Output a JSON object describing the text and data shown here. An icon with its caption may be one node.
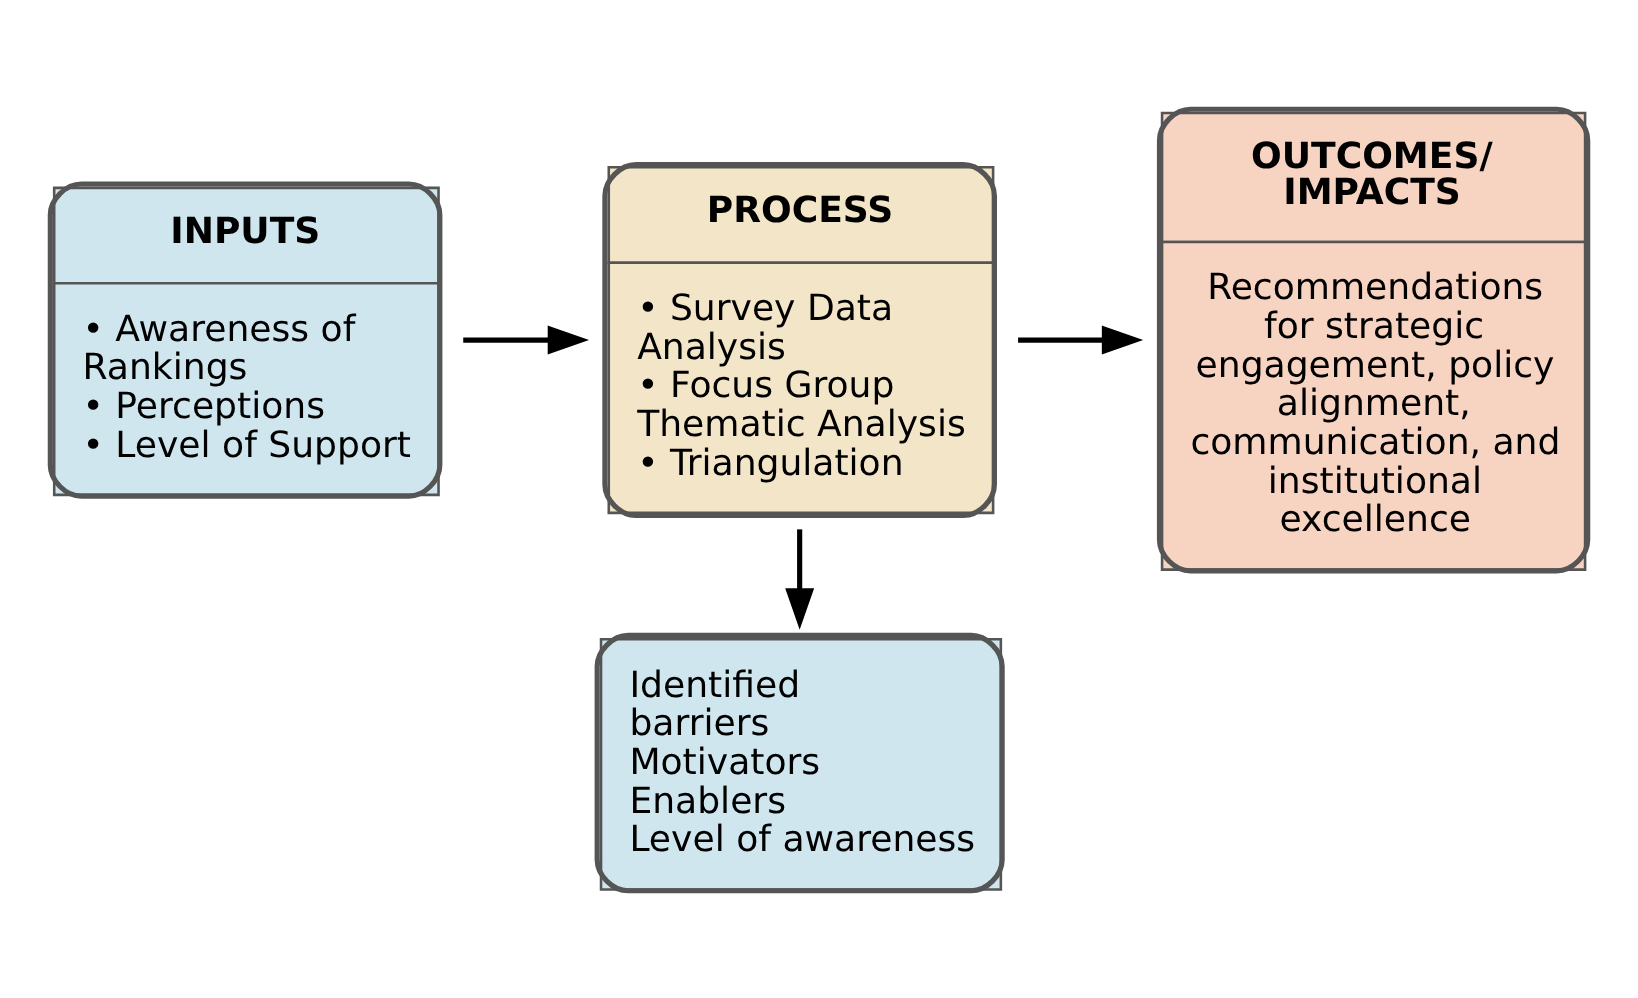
{
  "diagram": {
    "nodes": [
      {
        "text": [
          "INPUTS",
          "• Awareness of Rankings",
          "• Perceptions",
          "• Level of Support"
        ]
      },
      {
        "text": [
          "PROCESS",
          "• Survey Data Analysis",
          "• Focus Group Thematic Analysis",
          "• Triangulation"
        ]
      },
      {
        "text": [
          "OUTCOMES/ IMPACTS",
          "Recommendations for strategic engagement, policy alignment, communication, and institutional excellence"
        ]
      },
      {
        "text": [
          "Identified barriers",
          "Motivators",
          "Enablers",
          "Level of awareness"
        ]
      }
    ],
    "edges": [
      {
        "from": 0,
        "to": 1,
        "arrow": "to"
      },
      {
        "from": 1,
        "to": 2,
        "arrow": "to"
      },
      {
        "from": 1,
        "to": 3,
        "arrow": "to"
      }
    ]
  }
}
